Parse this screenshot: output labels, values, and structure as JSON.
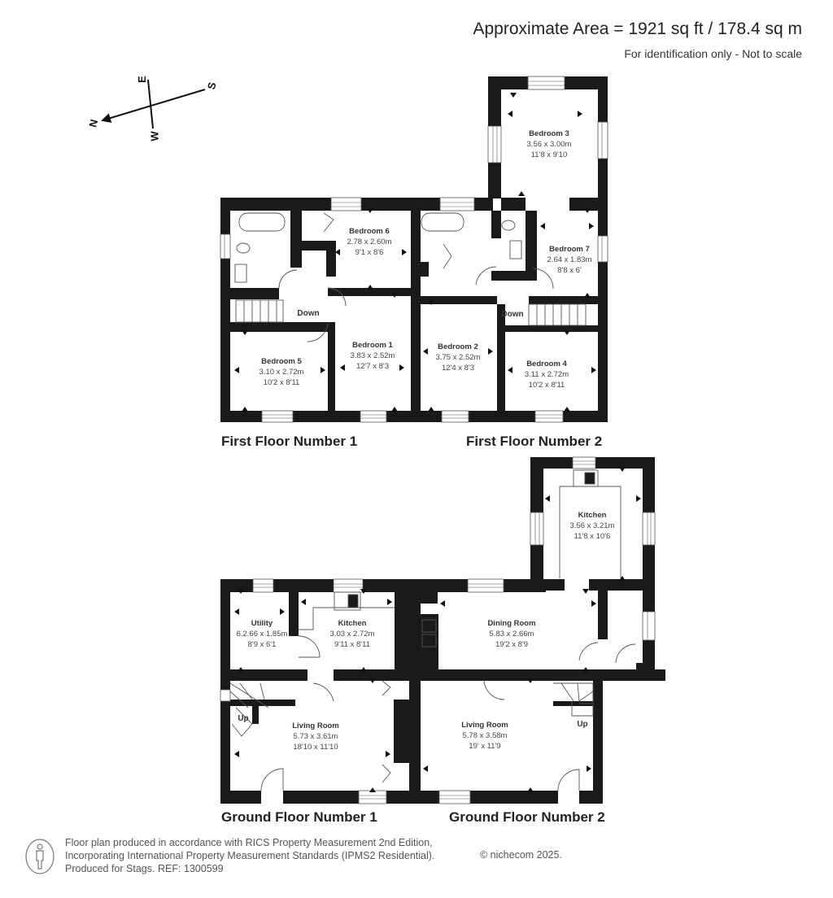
{
  "header": {
    "area": "Approximate Area = 1921 sq ft / 178.4 sq m",
    "disclaimer": "For identification only - Not to scale"
  },
  "compass": {
    "north": "N",
    "south": "S",
    "east": "E",
    "west": "W"
  },
  "floors": {
    "first_1": {
      "title": "First Floor Number 1",
      "stairs_label": "Down",
      "rooms": [
        {
          "name": "Bedroom 6",
          "metric": "2.78 x 2.60m",
          "imperial": "9'1 x 8'6"
        },
        {
          "name": "Bedroom 1",
          "metric": "3.83 x 2.52m",
          "imperial": "12'7 x 8'3"
        },
        {
          "name": "Bedroom 5",
          "metric": "3.10 x 2.72m",
          "imperial": "10'2 x 8'11"
        }
      ]
    },
    "first_2": {
      "title": "First Floor Number 2",
      "stairs_label": "Down",
      "rooms": [
        {
          "name": "Bedroom 3",
          "metric": "3.56 x 3.00m",
          "imperial": "11'8 x 9'10"
        },
        {
          "name": "Bedroom 7",
          "metric": "2.64 x 1.83m",
          "imperial": "8'8 x 6'"
        },
        {
          "name": "Bedroom 2",
          "metric": "3.75 x 2.52m",
          "imperial": "12'4 x 8'3"
        },
        {
          "name": "Bedroom 4",
          "metric": "3.11 x 2.72m",
          "imperial": "10'2 x 8'11"
        }
      ]
    },
    "ground_1": {
      "title": "Ground Floor Number 1",
      "stairs_label": "Up",
      "rooms": [
        {
          "name": "Utility",
          "metric": "6.2.66 x 1.85m",
          "imperial": "8'9 x 6'1"
        },
        {
          "name": "Kitchen",
          "metric": "3.03 x 2.72m",
          "imperial": "9'11 x 8'11"
        },
        {
          "name": "Living Room",
          "metric": "5.73 x 3.61m",
          "imperial": "18'10 x 11'10"
        }
      ]
    },
    "ground_2": {
      "title": "Ground Floor Number 2",
      "stairs_label": "Up",
      "rooms": [
        {
          "name": "Kitchen",
          "metric": "3.56 x 3.21m",
          "imperial": "11'8 x 10'6"
        },
        {
          "name": "Dining Room",
          "metric": "5.83 x 2.66m",
          "imperial": "19'2 x 8'9"
        },
        {
          "name": "Living Room",
          "metric": "5.78 x 3.58m",
          "imperial": "19' x 11'9"
        }
      ]
    }
  },
  "footer": {
    "line1": "Floor plan produced in accordance with RICS Property Measurement 2nd Edition,",
    "line2": "Incorporating International Property Measurement Standards (IPMS2 Residential).",
    "line3": "Produced for Stags.   REF: 1300599",
    "copyright": "© nichecom 2025."
  },
  "colors": {
    "wall": "#1a1a1a",
    "text": "#333333",
    "background": "#ffffff"
  }
}
